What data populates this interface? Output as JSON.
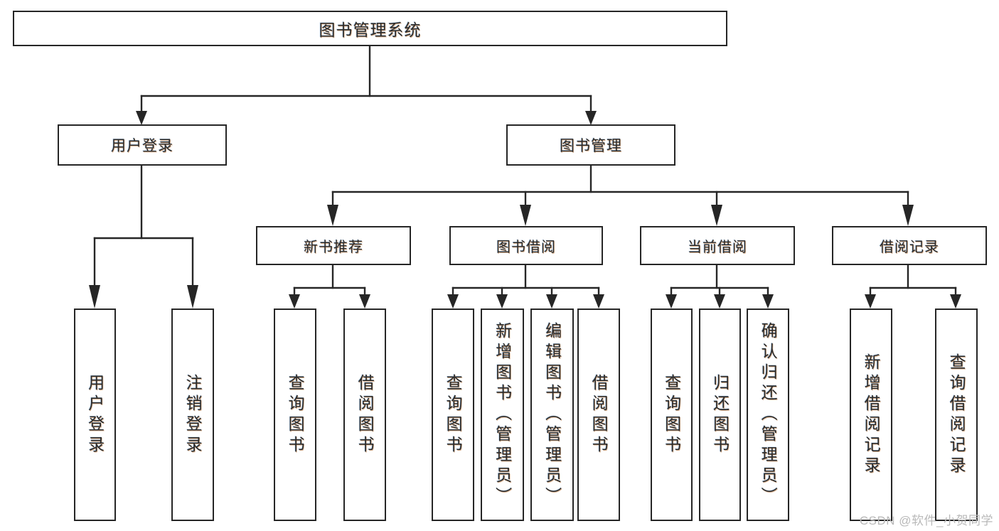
{
  "diagram": {
    "type": "tree",
    "title": "图书管理系统",
    "watermark": "CSDN @软件_小贺同学",
    "colors": {
      "stroke": "#262626",
      "background": "#ffffff",
      "text": "#2b2b2b",
      "watermark": "#b9b9b9"
    },
    "root": {
      "label": "图书管理系统"
    },
    "level2": [
      {
        "label": "用户登录"
      },
      {
        "label": "图书管理"
      }
    ],
    "level3": [
      {
        "label": "新书推荐"
      },
      {
        "label": "图书借阅"
      },
      {
        "label": "当前借阅"
      },
      {
        "label": "借阅记录"
      }
    ],
    "leaves": {
      "user_login": [
        {
          "label": "用户登录"
        },
        {
          "label": "注销登录"
        }
      ],
      "new_book_recommend": [
        {
          "label": "查询图书"
        },
        {
          "label": "借阅图书"
        }
      ],
      "book_borrow": [
        {
          "label": "查询图书"
        },
        {
          "label": "新增图书（管理员）"
        },
        {
          "label": "编辑图书（管理员）"
        },
        {
          "label": "借阅图书"
        }
      ],
      "current_borrow": [
        {
          "label": "查询图书"
        },
        {
          "label": "归还图书"
        },
        {
          "label": "确认归还（管理员）"
        }
      ],
      "borrow_record": [
        {
          "label": "新增借阅记录"
        },
        {
          "label": "查询借阅记录"
        }
      ]
    }
  }
}
